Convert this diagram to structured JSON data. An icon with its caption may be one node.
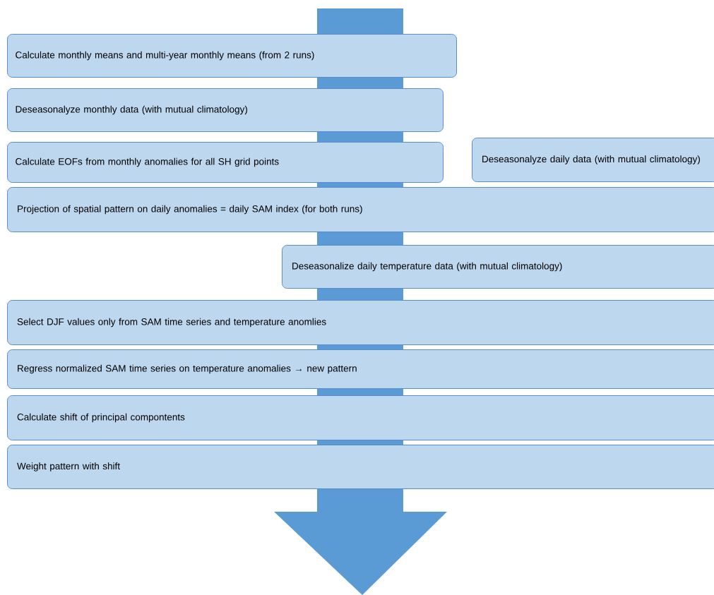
{
  "diagram": {
    "nodes": [
      {
        "text": [
          "Calculate monthly means and multi-year monthly means (from 2 runs)"
        ]
      },
      {
        "text": [
          "Deseasonalyze monthly data (with mutual climatology)"
        ]
      },
      {
        "text": [
          "Calculate EOFs from monthly anomalies for all SH grid points"
        ]
      },
      {
        "text": [
          "Deseasonalyze daily data (with mutual climatology)"
        ]
      },
      {
        "text": [
          "Projection of spatial pattern on daily anomalies = daily SAM index (for both runs)"
        ]
      },
      {
        "text": [
          "Deseasonalize daily temperature data (with mutual climatology)"
        ]
      },
      {
        "text": [
          "Select DJF values only from SAM time series and temperature anomlies"
        ]
      },
      {
        "text": [
          "Regress normalized SAM time series on temperature anomalies → new pattern"
        ]
      },
      {
        "text": [
          "Calculate shift of principal compontents"
        ]
      },
      {
        "text": [
          "Weight pattern with shift"
        ]
      }
    ]
  }
}
